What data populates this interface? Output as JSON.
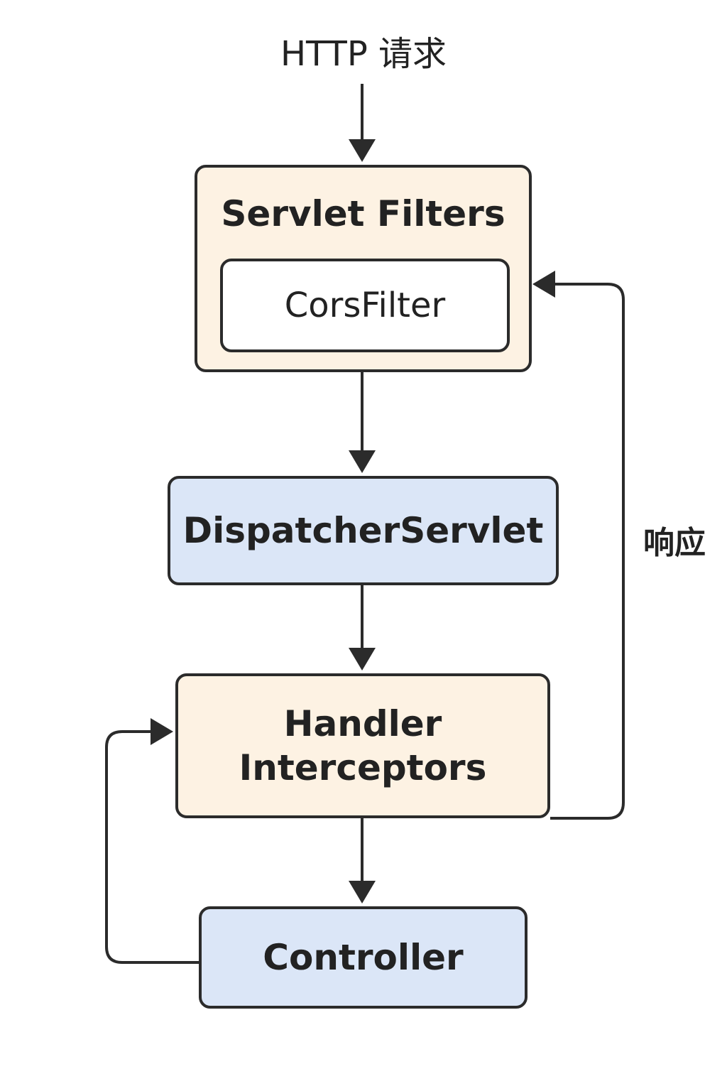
{
  "colors": {
    "cream_fill": "#fdf2e3",
    "blue_fill": "#dbe6f7",
    "stroke": "#2b2b2b",
    "text": "#222222"
  },
  "diagram": {
    "entry_label": "HTTP 请求",
    "response_label": "响应",
    "nodes": {
      "servlet_filters": {
        "label": "Servlet Filters",
        "child": {
          "label": "CorsFilter"
        }
      },
      "dispatcher_servlet": {
        "label": "DispatcherServlet"
      },
      "handler_interceptors": {
        "label": "Handler Interceptors"
      },
      "controller": {
        "label": "Controller"
      }
    },
    "edges": [
      {
        "from": "HTTP 请求",
        "to": "Servlet Filters"
      },
      {
        "from": "Servlet Filters",
        "to": "DispatcherServlet"
      },
      {
        "from": "DispatcherServlet",
        "to": "Handler Interceptors"
      },
      {
        "from": "Handler Interceptors",
        "to": "Controller"
      },
      {
        "from": "Controller",
        "to": "Handler Interceptors"
      },
      {
        "from": "Handler Interceptors",
        "to": "Servlet Filters",
        "label": "响应"
      }
    ]
  }
}
